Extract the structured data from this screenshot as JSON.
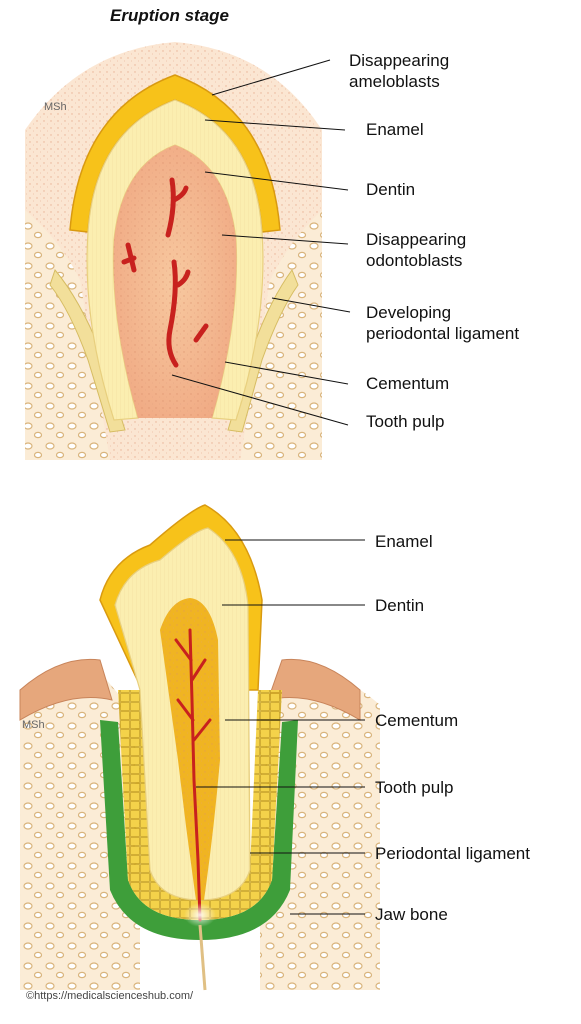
{
  "title": "Eruption stage",
  "watermark": "MSh",
  "credit": "©https://medicalscienceshub.com/",
  "top_labels": {
    "ameloblasts_1": "Disappearing",
    "ameloblasts_2": "ameloblasts",
    "enamel": "Enamel",
    "dentin": "Dentin",
    "odontoblasts_1": "Disappearing",
    "odontoblasts_2": "odontoblasts",
    "pdl_1": "Developing",
    "pdl_2": "periodontal ligament",
    "cementum": "Cementum",
    "pulp": "Tooth pulp"
  },
  "bottom_labels": {
    "enamel": "Enamel",
    "dentin": "Dentin",
    "cementum": "Cementum",
    "pulp": "Tooth pulp",
    "pdl": "Periodontal ligament",
    "jaw_bone": "Jaw bone"
  },
  "colors": {
    "enamel": "#f7c21a",
    "dentin": "#fbeeb0",
    "pulp_top": "#f3b690",
    "pulp_bottom": "#f0b422",
    "vessel": "#c8211e",
    "bone": "#fbecd6",
    "gum": "#e6a77c",
    "pdl": "#3e9e3a"
  }
}
